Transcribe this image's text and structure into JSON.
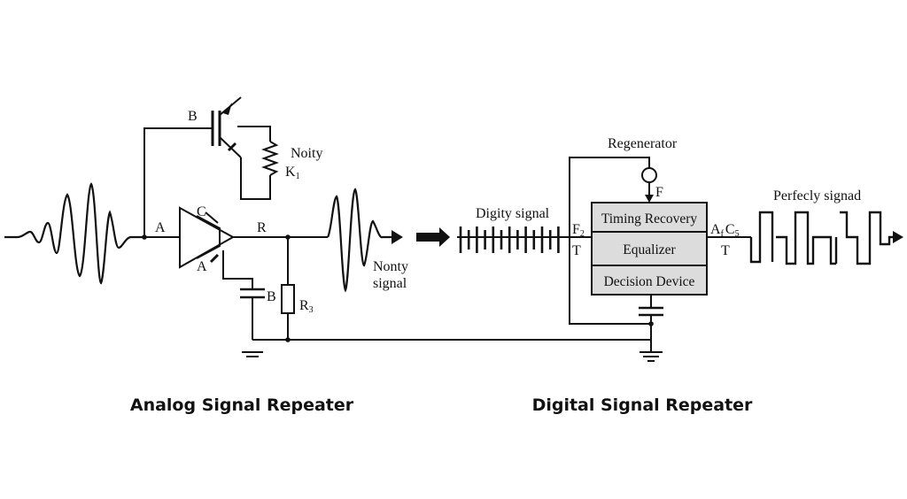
{
  "analog": {
    "caption": "Analog Signal Repeater",
    "labels": {
      "b_top": "B",
      "a_in": "A",
      "c": "C",
      "r": "R",
      "a_low": "A",
      "b_cap": "B",
      "noity": "Noity",
      "k": "K",
      "k_sub": "1",
      "r3": "R",
      "r3_sub": "3",
      "nonty_1": "Nonty",
      "nonty_2": "signal"
    }
  },
  "digital": {
    "caption": "Digital Signal Repeater",
    "labels": {
      "digity": "Digity signal",
      "regenerator": "Regenerator",
      "f": "F",
      "f_left": "F",
      "f_left_sub": "2",
      "t_left": "T",
      "a_right": "A",
      "a_right_sub": "f",
      "c_right": "C",
      "c_right_sub": "5",
      "t_right": "T",
      "perfecly": "Perfecly signad"
    },
    "blocks": [
      "Timing Recovery",
      "Equalizer",
      "Decision Device"
    ],
    "block_fill": "#dcdcdc"
  },
  "colors": {
    "line": "#111111",
    "background": "#ffffff"
  }
}
